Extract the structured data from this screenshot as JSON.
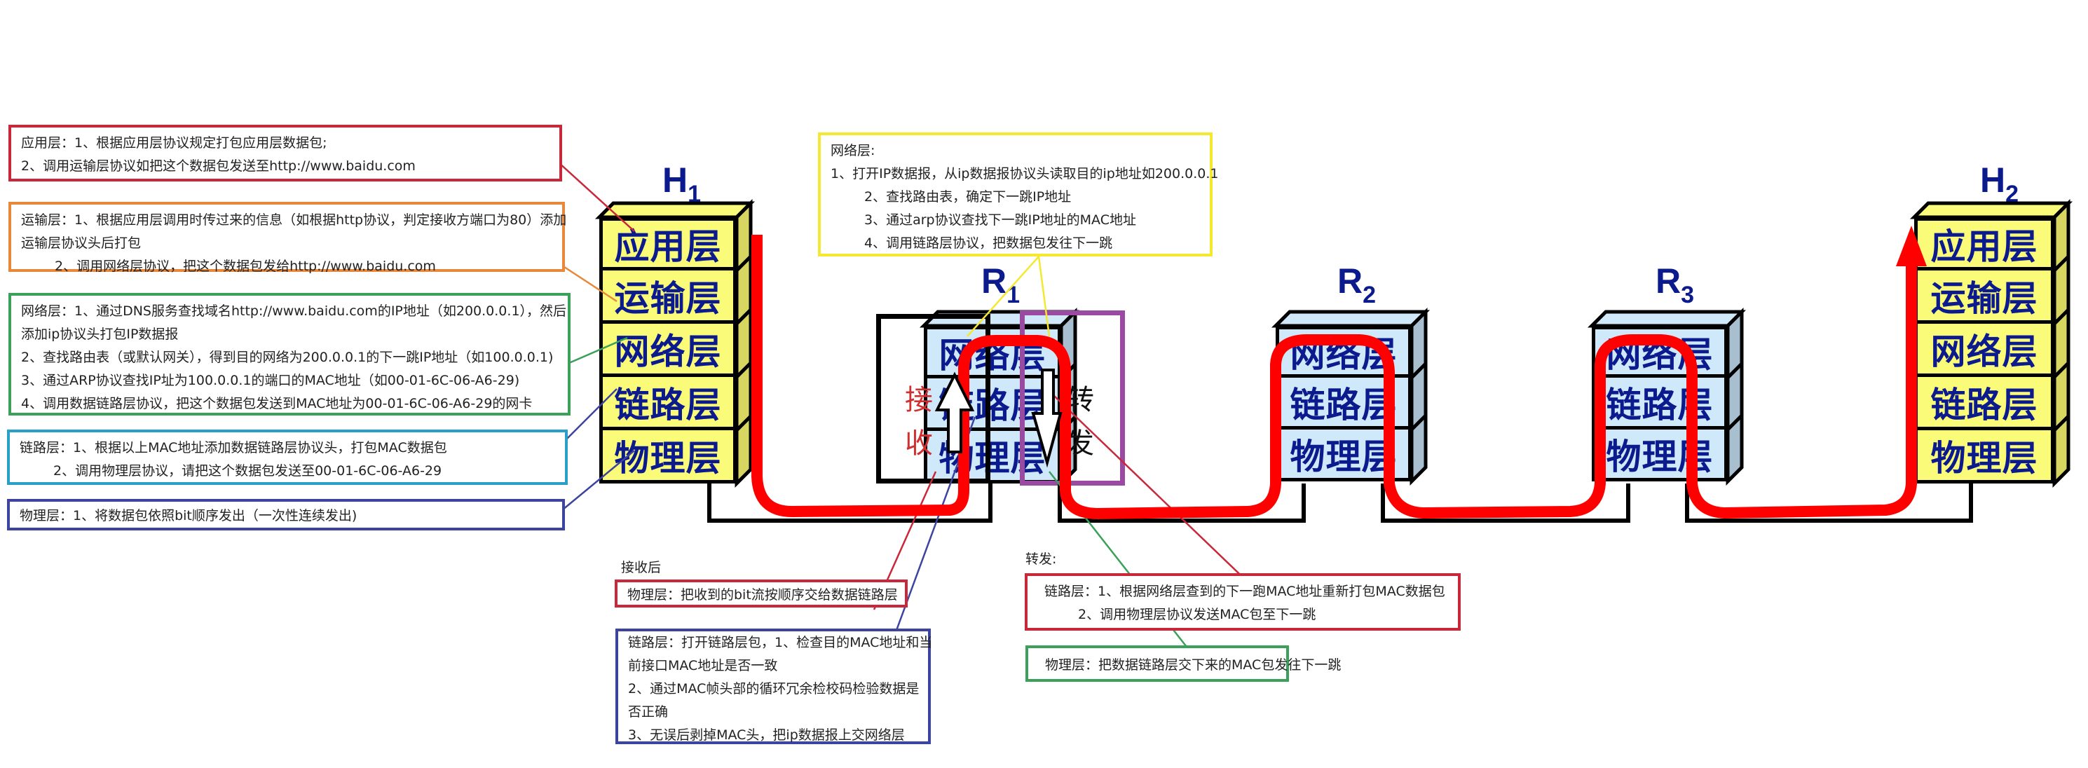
{
  "colors": {
    "host_fill": "#fbfb7a",
    "router_fill": "#cfe8fa",
    "layer_text": "#0b1a8c",
    "path": "#ff0000",
    "note_app": "#c8283a",
    "note_transport": "#e8883a",
    "note_network": "#3aa05a",
    "note_link": "#28a0c8",
    "note_physical": "#3c44a0",
    "note_router": "#f5e830",
    "receive_box": "#000000",
    "forward_box": "#9a4aa0"
  },
  "nodes": {
    "h1": {
      "name": "H",
      "sub": "1"
    },
    "r1": {
      "name": "R",
      "sub": "1"
    },
    "r2": {
      "name": "R",
      "sub": "2"
    },
    "r3": {
      "name": "R",
      "sub": "3"
    },
    "h2": {
      "name": "H",
      "sub": "2"
    }
  },
  "host_layers": [
    "应用层",
    "运输层",
    "网络层",
    "链路层",
    "物理层"
  ],
  "router_layers": [
    "网络层",
    "链路层",
    "物理层"
  ],
  "r1_receive_label": [
    "接",
    "收"
  ],
  "r1_forward_label": [
    "转",
    "发"
  ],
  "sender_notes": {
    "application": {
      "lines": [
        "应用层：1、根据应用层协议规定打包应用层数据包;",
        " 2、调用运输层协议如把这个数据包发送至http://www.baidu.com"
      ]
    },
    "transport": {
      "lines": [
        "运输层：1、根据应用层调用时传过来的信息（如根据http协议，判定接收方端口为80）添加",
        "运输层协议头后打包",
        "2、调用网络层协议，把这个数据包发给http://www.baidu.com"
      ]
    },
    "network": {
      "lines": [
        "网络层：1、通过DNS服务查找域名http://www.baidu.com的IP地址（如200.0.0.1），然后",
        "添加ip协议头打包IP数据报",
        " 2、查找路由表（或默认网关），得到目的网络为200.0.0.1的下一跳IP地址（如100.0.0.1)",
        " 3、通过ARP协议查找IP址为100.0.0.1的端口的MAC地址（如00-01-6C-06-A6-29)",
        " 4、调用数据链路层协议，把这个数据包发送到MAC地址为00-01-6C-06-A6-29的网卡"
      ]
    },
    "link": {
      "lines": [
        "链路层：1、根据以上MAC地址添加数据链路层协议头，打包MAC数据包",
        "2、调用物理层协议，请把这个数据包发送至00-01-6C-06-A6-29"
      ]
    },
    "physical": {
      "lines": [
        "物理层：1、将数据包依照bit顺序发出（一次性连续发出)"
      ]
    }
  },
  "router_network_note": {
    "lines": [
      "网络层:",
      "1、打开IP数据报，从ip数据报协议头读取目的ip地址如200.0.0.1",
      "2、查找路由表，确定下一跳IP地址",
      "3、通过arp协议查找下一跳IP地址的MAC地址",
      "4、调用链路层协议，把数据包发往下一跳"
    ]
  },
  "receive_section": {
    "heading": "接收后",
    "physical": {
      "lines": [
        "物理层：把收到的bit流按顺序交给数据链路层"
      ]
    },
    "link": {
      "lines": [
        "链路层：打开链路层包，1、检查目的MAC地址和当",
        "前接口MAC地址是否一致",
        " 2、通过MAC帧头部的循环冗余检校码检验数据是",
        "否正确",
        " 3、无误后剥掉MAC头，把ip数据报上交网络层"
      ]
    }
  },
  "forward_section": {
    "heading": "转发:",
    "link": {
      "lines": [
        "链路层：1、根据网络层查到的下一跑MAC地址重新打包MAC数据包",
        "2、调用物理层协议发送MAC包至下一跳"
      ]
    },
    "physical": {
      "lines": [
        "物理层：把数据链路层交下来的MAC包发往下一跳"
      ]
    }
  }
}
